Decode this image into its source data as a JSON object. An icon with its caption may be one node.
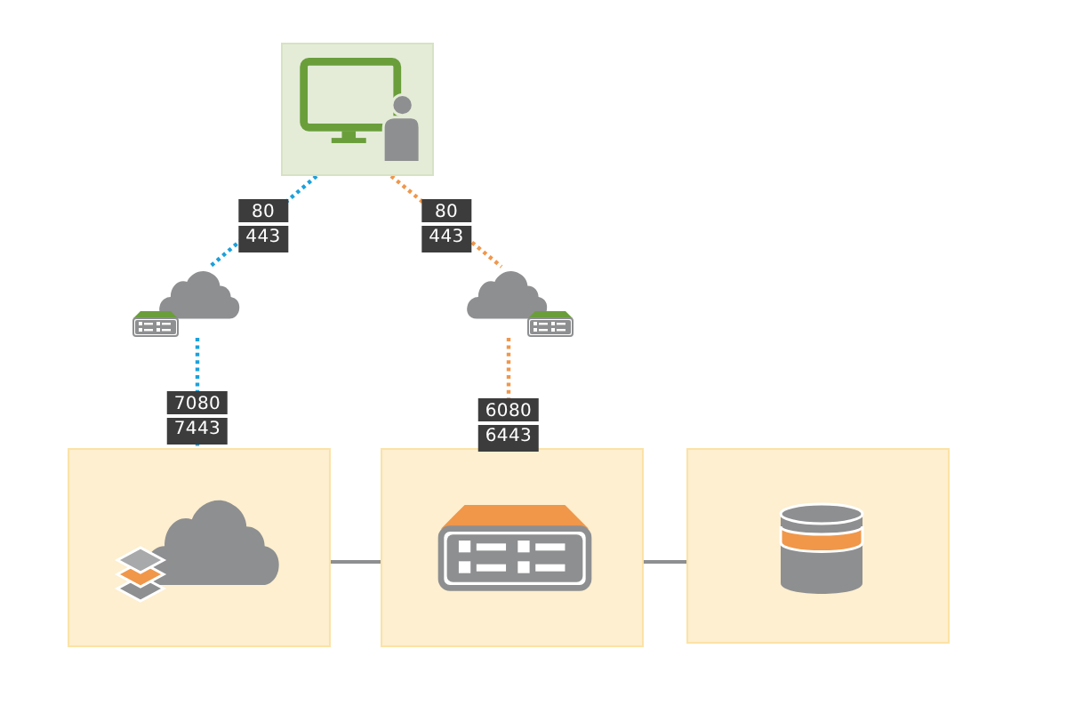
{
  "diagram": {
    "nodes": [
      {
        "text": [],
        "shape": "picture"
      },
      {
        "text": [],
        "shape": "cloud"
      },
      {
        "text": [],
        "shape": "cloud"
      },
      {
        "text": [],
        "shape": "box"
      },
      {
        "text": [],
        "shape": "box"
      },
      {
        "text": [],
        "shape": "box"
      },
      {
        "text": [],
        "shape": "picture",
        "in": 3
      },
      {
        "text": [],
        "shape": "picture",
        "in": 4
      },
      {
        "text": [],
        "shape": "cylinder",
        "in": 5
      }
    ],
    "edges": [
      {
        "from": 0,
        "to": 1,
        "arrow": "none",
        "label": "80 443",
        "style": "dashed",
        "color": "#1ba1dc"
      },
      {
        "from": 0,
        "to": 2,
        "arrow": "none",
        "label": "80 443",
        "style": "dashed",
        "color": "#f0974a"
      },
      {
        "from": 1,
        "to": 6,
        "arrow": "none",
        "label": "7080 7443",
        "style": "dashed",
        "color": "#1ba1dc"
      },
      {
        "from": 2,
        "to": 7,
        "arrow": "none",
        "label": "6080 6443",
        "style": "dashed",
        "color": "#f0974a"
      },
      {
        "from": 6,
        "to": 7,
        "arrow": "none",
        "color": "#8e8f91"
      },
      {
        "from": 7,
        "to": 8,
        "arrow": "none",
        "color": "#8e8f91"
      }
    ]
  }
}
